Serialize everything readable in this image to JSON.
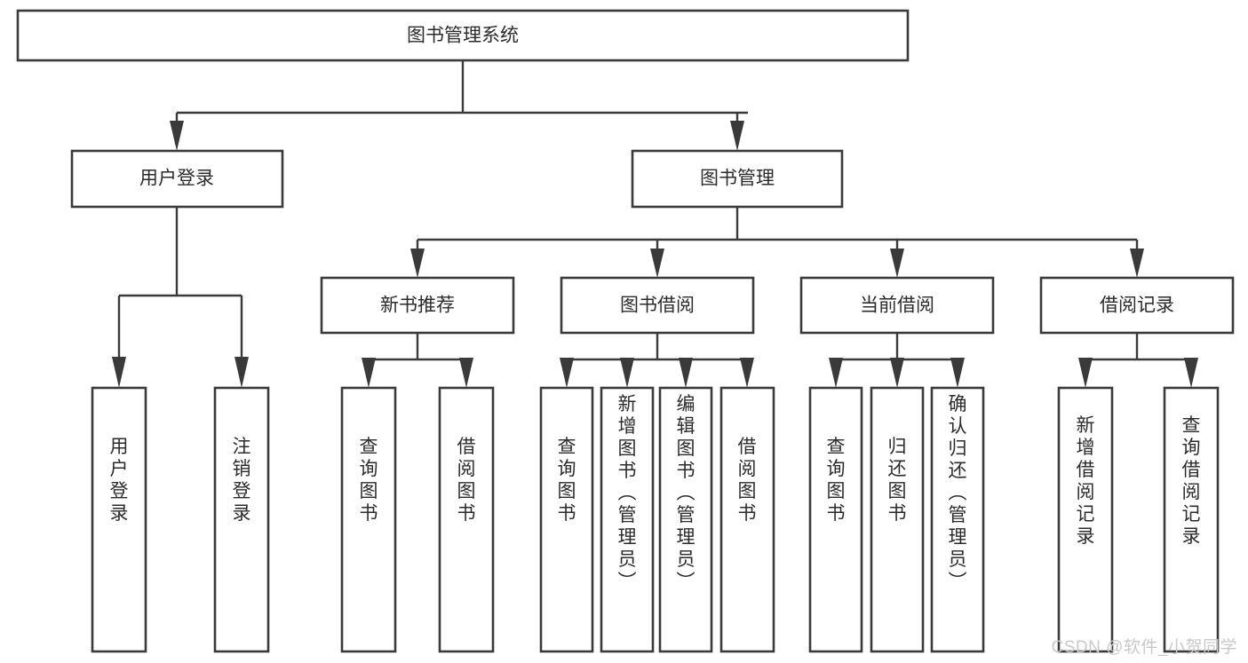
{
  "diagram": {
    "title": "图书管理系统",
    "watermark": "CSDN @软件_小贺同学",
    "type": "tree-hierarchy-chart",
    "colors": {
      "box_stroke": "#3a3a3a",
      "box_fill": "#ffffff",
      "text": "#2b2b2b",
      "watermark": "#c9c9c9",
      "background": "#ffffff"
    },
    "levels": {
      "level1": [
        {
          "id": "root",
          "label": "图书管理系统"
        }
      ],
      "level2": [
        {
          "id": "user-login",
          "label": "用户登录",
          "parent": "root"
        },
        {
          "id": "book-management",
          "label": "图书管理",
          "parent": "root"
        }
      ],
      "level3": [
        {
          "id": "new-book-recommend",
          "label": "新书推荐",
          "parent": "book-management"
        },
        {
          "id": "book-borrow",
          "label": "图书借阅",
          "parent": "book-management"
        },
        {
          "id": "current-borrow",
          "label": "当前借阅",
          "parent": "book-management"
        },
        {
          "id": "borrow-record",
          "label": "借阅记录",
          "parent": "book-management"
        }
      ],
      "leaves": [
        {
          "id": "leaf-user-login",
          "label": "用户登录",
          "parent": "user-login"
        },
        {
          "id": "leaf-logout",
          "label": "注销登录",
          "parent": "user-login"
        },
        {
          "id": "leaf-query-book-1",
          "label": "查询图书",
          "parent": "new-book-recommend"
        },
        {
          "id": "leaf-borrow-book-1",
          "label": "借阅图书",
          "parent": "new-book-recommend"
        },
        {
          "id": "leaf-query-book-2",
          "label": "查询图书",
          "parent": "book-borrow"
        },
        {
          "id": "leaf-add-book",
          "label": "新增图书（管理员）",
          "parent": "book-borrow"
        },
        {
          "id": "leaf-edit-book",
          "label": "编辑图书（管理员）",
          "parent": "book-borrow"
        },
        {
          "id": "leaf-borrow-book-2",
          "label": "借阅图书",
          "parent": "book-borrow"
        },
        {
          "id": "leaf-query-book-3",
          "label": "查询图书",
          "parent": "current-borrow"
        },
        {
          "id": "leaf-return-book",
          "label": "归还图书",
          "parent": "current-borrow"
        },
        {
          "id": "leaf-confirm-return",
          "label": "确认归还（管理员）",
          "parent": "current-borrow"
        },
        {
          "id": "leaf-add-record",
          "label": "新增借阅记录",
          "parent": "borrow-record"
        },
        {
          "id": "leaf-query-record",
          "label": "查询借阅记录",
          "parent": "borrow-record"
        }
      ]
    }
  }
}
